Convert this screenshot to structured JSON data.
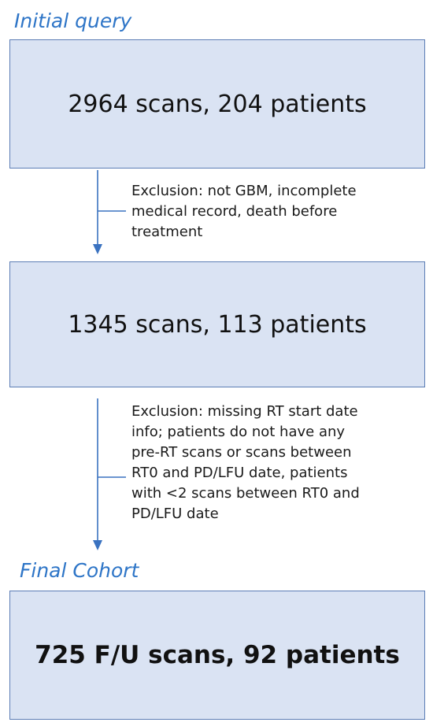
{
  "sections": {
    "initial_title": "Initial query",
    "final_title": "Final Cohort"
  },
  "boxes": {
    "initial": "2964 scans, 204 patients",
    "middle": "1345 scans, 113 patients",
    "final": "725 F/U scans, 92 patients"
  },
  "exclusions": {
    "first": [
      "Exclusion: not GBM, incomplete",
      "medical record, death before",
      "treatment"
    ],
    "second": [
      "Exclusion: missing RT start date",
      "info; patients do not have any",
      "pre-RT scans or scans between",
      "RT0 and PD/LFU date, patients",
      "with <2 scans between RT0 and",
      "PD/LFU date"
    ]
  },
  "colors": {
    "title": "#2e75c7",
    "box_fill": "#dae3f3",
    "box_border": "#5b7db5",
    "arrow": "#3a72c0"
  }
}
